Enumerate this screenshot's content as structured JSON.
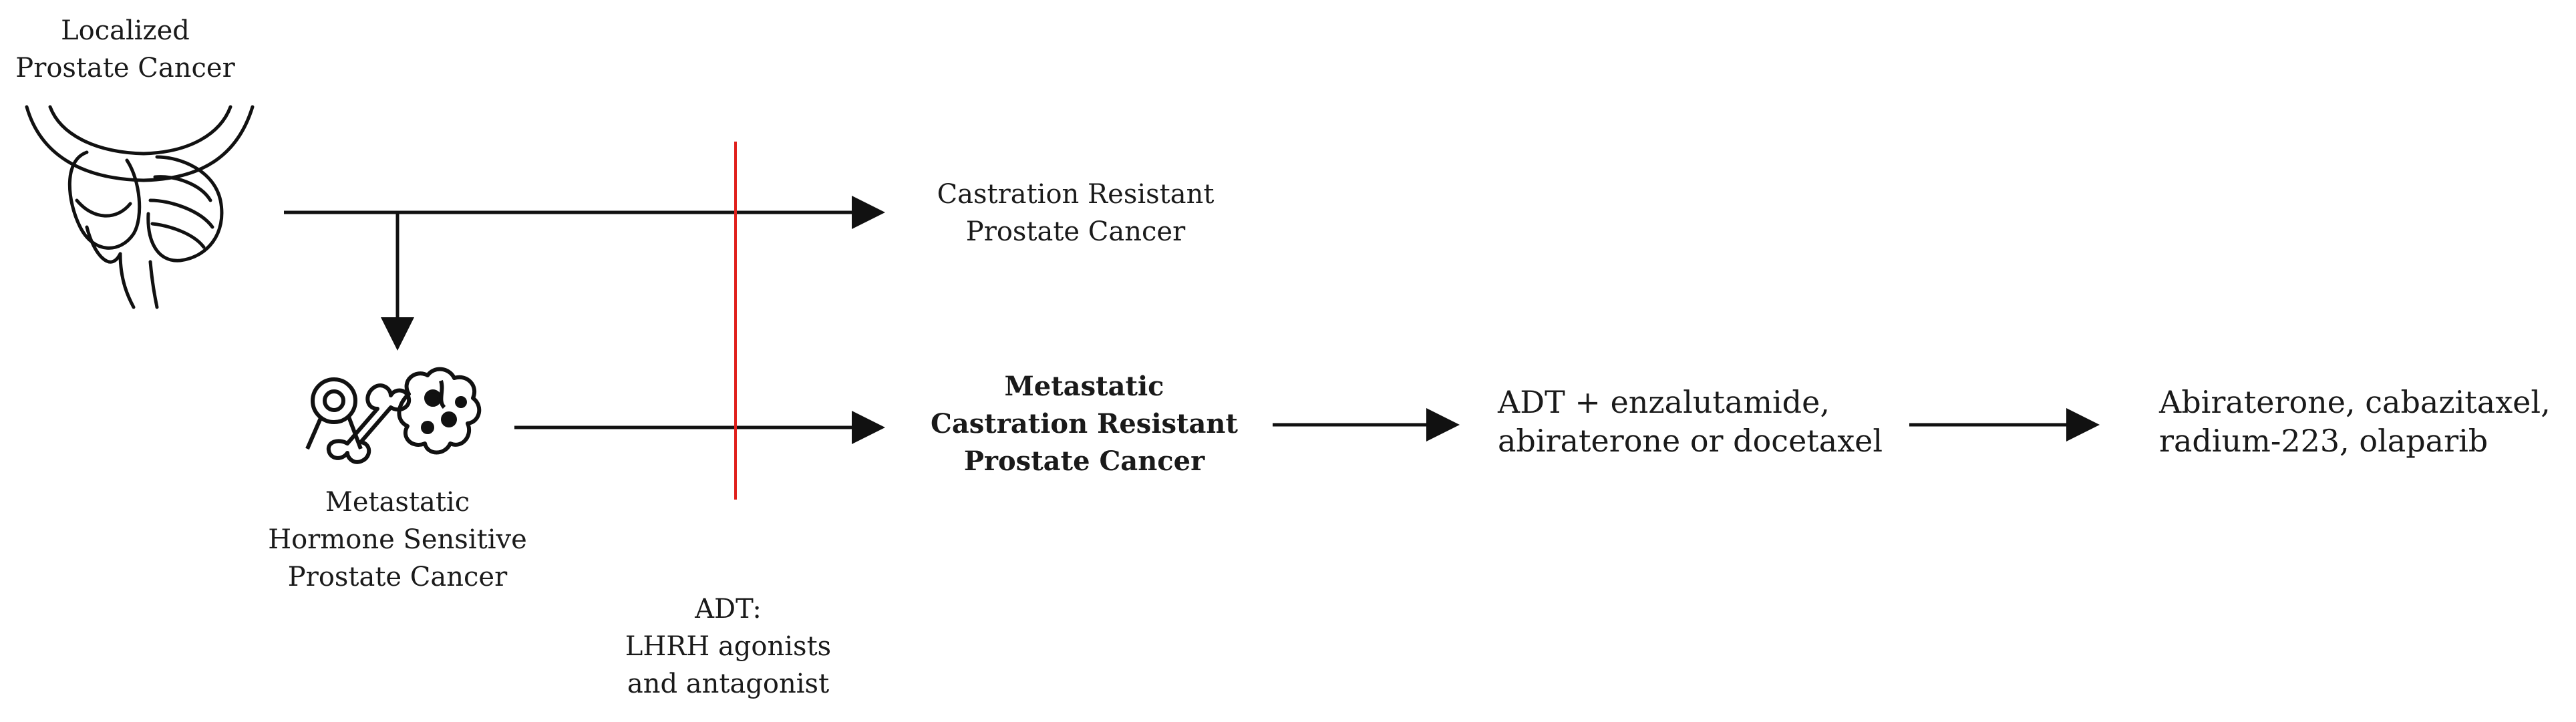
{
  "localized": {
    "line1": "Localized",
    "line2": "Prostate Cancer"
  },
  "crpc": {
    "line1": "Castration Resistant",
    "line2": "Prostate Cancer"
  },
  "mhspc": {
    "line1": "Metastatic",
    "line2": "Hormone Sensitive",
    "line3": "Prostate Cancer"
  },
  "mcrpc": {
    "line1": "Metastatic",
    "line2": "Castration Resistant",
    "line3": "Prostate Cancer"
  },
  "adt": {
    "line1": "ADT:",
    "line2": "LHRH agonists",
    "line3": "and antagonist"
  },
  "therapy1": {
    "line1": "ADT + enzalutamide,",
    "line2": "abiraterone or docetaxel"
  },
  "therapy2": {
    "line1": "Abiraterone, cabazitaxel,",
    "line2": "radium-223, olaparib"
  },
  "colors": {
    "line": "#111111",
    "adt_marker": "#e0201c"
  },
  "icons": [
    "prostate-icon",
    "ribbon-icon",
    "bone-icon",
    "cell-cluster-icon"
  ]
}
